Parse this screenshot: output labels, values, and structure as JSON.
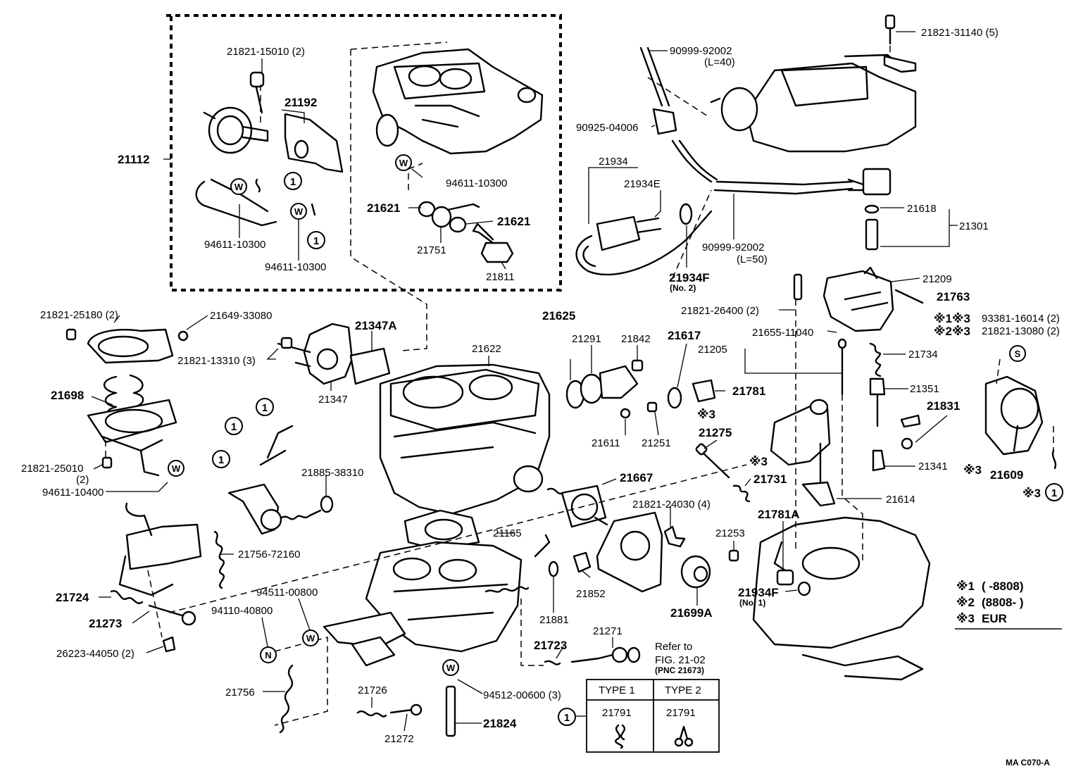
{
  "diagram_code": "MA  C070-A",
  "labels": {
    "p21821_15010": "21821-15010 (2)",
    "p21192": "21192",
    "p21112": "21112",
    "p94611_a": "94611-10300",
    "p94611_b": "94611-10300",
    "p94611_c": "94611-10300",
    "p21621_a": "21621",
    "p21621_b": "21621",
    "p21751": "21751",
    "p21811": "21811",
    "p90999_92002_a": "90999-92002",
    "p90999_a_len": "(L=40)",
    "p90925": "90925-04006",
    "p21934": "21934",
    "p21934E": "21934E",
    "p90999_92002_b": "90999-92002",
    "p90999_b_len": "(L=50)",
    "p21934F_2": "21934F",
    "p21934F_2_note": "(No. 2)",
    "p21821_31140": "21821-31140 (5)",
    "p21618": "21618",
    "p21301": "21301",
    "p21209": "21209",
    "p21763": "21763",
    "p21821_26400": "21821-26400 (2)",
    "p93381": "93381-16014 (2)",
    "p21821_13080": "21821-13080 (2)",
    "p93381_mark": "※1※3",
    "p21821_13080_mark": "※2※3",
    "p21655": "21655-11040",
    "p21205": "21205",
    "p21734": "21734",
    "p21351": "21351",
    "p21831": "21831",
    "p21341": "21341",
    "p21341_mark": "※3",
    "p21609": "21609",
    "p21614": "21614",
    "p21821_25180": "21821-25180 (2)",
    "p21649": "21649-33080",
    "p21821_13310": "21821-13310 (3)",
    "p21347A": "21347A",
    "p21347": "21347",
    "p21698": "21698",
    "p21821_25010": "21821-25010",
    "p21821_25010_qty": "(2)",
    "p94611_10400": "94611-10400",
    "p21622": "21622",
    "p21625": "21625",
    "p21291": "21291",
    "p21842": "21842",
    "p21617": "21617",
    "p21781": "21781",
    "p21781_mark": "※3",
    "p21611": "21611",
    "p21251": "21251",
    "p21275": "21275",
    "p21275_mark": "※3",
    "p21731": "21731",
    "p21885": "21885-38310",
    "p21667": "21667",
    "p21821_24030": "21821-24030 (4)",
    "p21253": "21253",
    "p21781A": "21781A",
    "p21934F_1": "21934F",
    "p21934F_1_note": "(No. 1)",
    "p21165": "21165",
    "p21756_72160": "21756-72160",
    "p21724": "21724",
    "p21273": "21273",
    "p26223": "26223-44050 (2)",
    "p94511": "94511-00800",
    "p94110": "94110-40800",
    "p21852": "21852",
    "p21881": "21881",
    "p21699A": "21699A",
    "p21723": "21723",
    "p21271": "21271",
    "refer_line1": "Refer to",
    "refer_line2": "FIG. 21-02",
    "refer_line3": "(PNC 21673)",
    "p21756": "21756",
    "p21726": "21726",
    "p21272": "21272",
    "p94512": "94512-00600 (3)",
    "p21824": "21824",
    "mark_3_circle": "※3"
  },
  "symbols": {
    "one": "1",
    "washer": "W",
    "nut": "N",
    "special": "S"
  },
  "legend": {
    "row1_mark": "※1",
    "row1_text": "(       -8808)",
    "row2_mark": "※2",
    "row2_text": "(8808-       )",
    "row3_mark": "※3",
    "row3_text": "EUR"
  },
  "type_table": {
    "header1": "TYPE 1",
    "header2": "TYPE 2",
    "cell1": "21791",
    "cell2": "21791",
    "row_symbol": "1"
  }
}
